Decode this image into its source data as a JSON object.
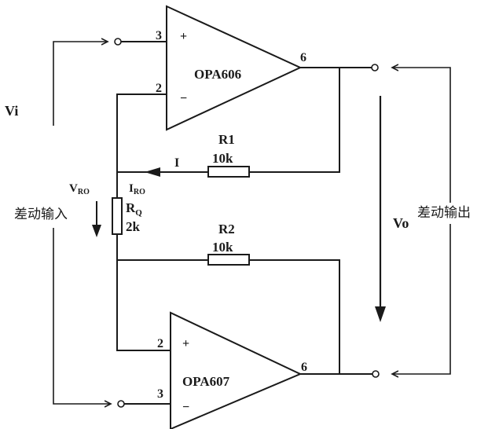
{
  "opamp_top": {
    "name": "OPA606",
    "pin_plus": "3",
    "pin_minus": "2",
    "pin_out": "6",
    "sign_plus": "+",
    "sign_minus": "−"
  },
  "opamp_bottom": {
    "name": "OPA607",
    "pin_plus": "2",
    "pin_minus": "3",
    "pin_out": "6",
    "sign_plus": "+",
    "sign_minus": "−"
  },
  "resistors": {
    "r1_name": "R1",
    "r1_value": "10k",
    "r2_name": "R2",
    "r2_value": "10k",
    "rq_main": "R",
    "rq_sub": "Q",
    "rq_value": "2k"
  },
  "labels": {
    "vi": "Vi",
    "vo": "Vo",
    "diff_input": "差动输入",
    "diff_output": "差动输出",
    "current_i": "I",
    "v_ro_main": "V",
    "v_ro_sub": "RO",
    "i_ro_main": "I",
    "i_ro_sub": "RO"
  }
}
